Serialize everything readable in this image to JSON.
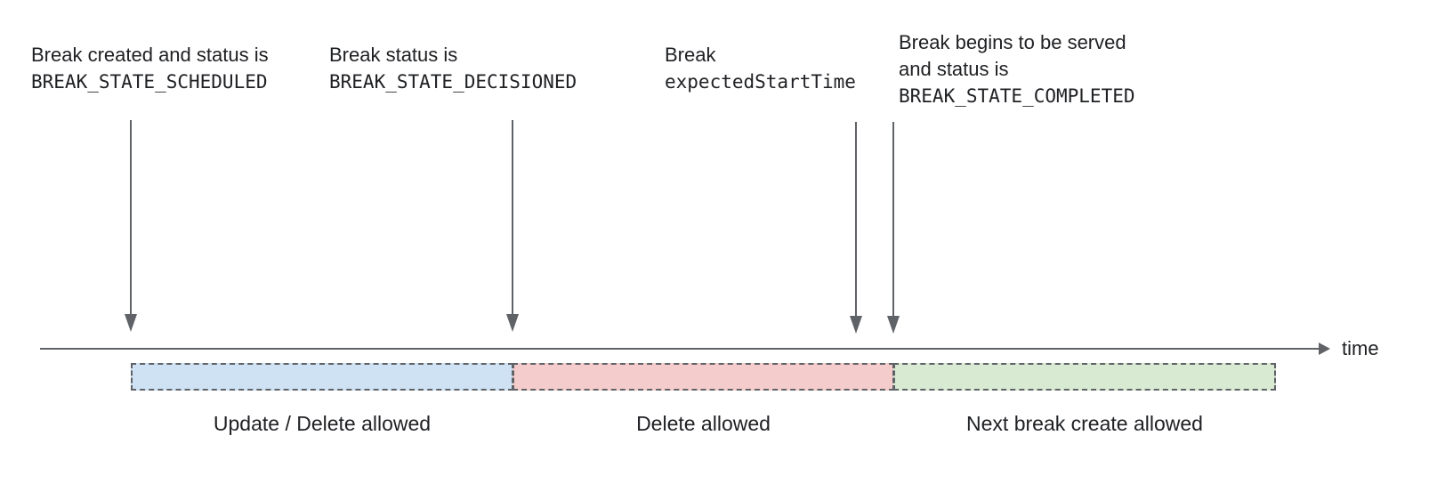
{
  "annotations": [
    {
      "line1": "Break created and status is",
      "code": "BREAK_STATE_SCHEDULED"
    },
    {
      "line1": "Break status is",
      "code": "BREAK_STATE_DECISIONED"
    },
    {
      "line1": "Break",
      "code": "expectedStartTime"
    },
    {
      "line1": "Break begins to be served",
      "line2": "and status is",
      "code": "BREAK_STATE_COMPLETED"
    }
  ],
  "timeline": {
    "axis_label": "time"
  },
  "segments": [
    {
      "label": "Update / Delete allowed",
      "color": "#cfe2f3"
    },
    {
      "label": "Delete allowed",
      "color": "#f4cccc"
    },
    {
      "label": "Next break create allowed",
      "color": "#d9ead3"
    }
  ],
  "colors": {
    "line": "#5f6368",
    "text": "#202124",
    "segment_border": "#5f6368"
  }
}
